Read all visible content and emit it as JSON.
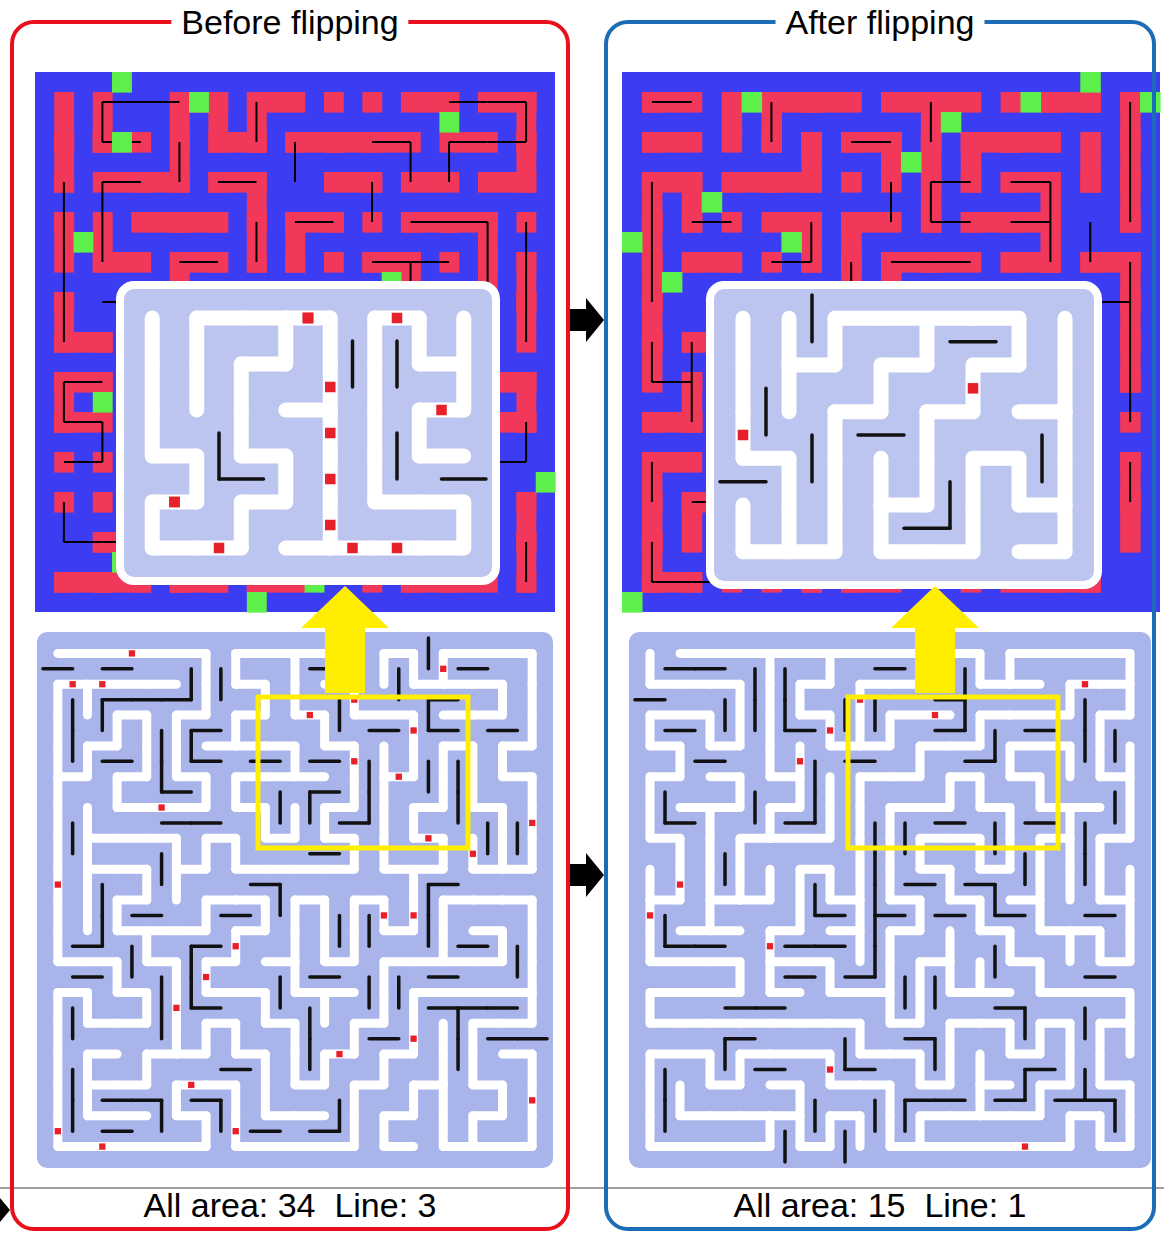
{
  "diagram": {
    "nodes": [
      {
        "text": [
          "Before flipping",
          "All area: 34  Line: 3"
        ]
      },
      {
        "text": [
          "After flipping",
          "All area: 15  Line: 1"
        ]
      }
    ],
    "edges": [
      {
        "from": 0,
        "to": 1,
        "arrow": "to"
      },
      {
        "from": 0,
        "to": 1,
        "arrow": "to"
      }
    ]
  }
}
